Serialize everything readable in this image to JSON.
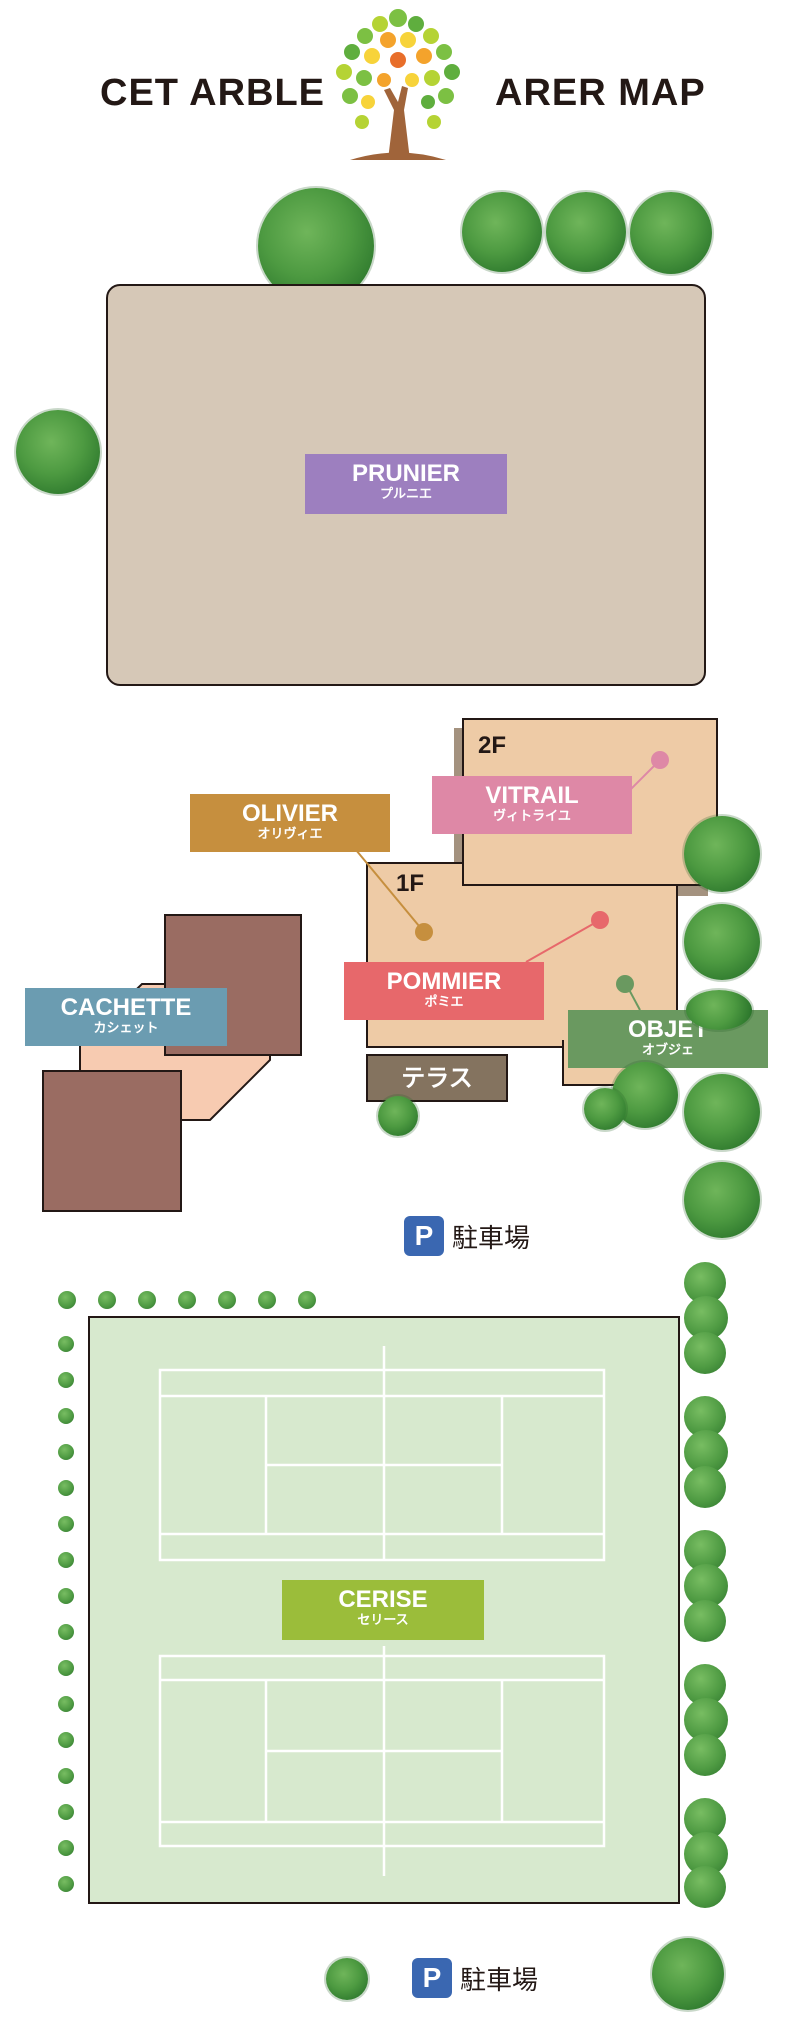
{
  "header": {
    "title_left": "CET ARBLE",
    "title_right": "ARER MAP"
  },
  "buildings": {
    "prunier": {
      "en": "PRUNIER",
      "ja": "プルニエ",
      "color": "#9d7fbf"
    },
    "vitrail": {
      "en": "VITRAIL",
      "ja": "ヴィトライユ",
      "color": "#de88a6"
    },
    "olivier": {
      "en": "OLIVIER",
      "ja": "オリヴィエ",
      "color": "#c68f3e"
    },
    "pommier": {
      "en": "POMMIER",
      "ja": "ポミエ",
      "color": "#e7686b"
    },
    "cachette": {
      "en": "CACHETTE",
      "ja": "カシェット",
      "color": "#6b9cb1"
    },
    "objet": {
      "en": "OBJET",
      "ja": "オブジェ",
      "color": "#6a9960"
    },
    "terrace": {
      "ja": "テラス",
      "color": "#84735f"
    },
    "cerise": {
      "en": "CERISE",
      "ja": "セリース",
      "color": "#9bbd3a"
    }
  },
  "floors": {
    "second": "2F",
    "first": "1F"
  },
  "parking": [
    {
      "icon": "P",
      "label": "駐車場"
    },
    {
      "icon": "P",
      "label": "駐車場"
    }
  ],
  "colors": {
    "prunier_ground": "#d6c8b7",
    "annex_floor": "#eecba6",
    "cachette_roof": "#9a6c62",
    "cachette_deck": "#f7cbb1",
    "court": "#d7e9ce"
  }
}
